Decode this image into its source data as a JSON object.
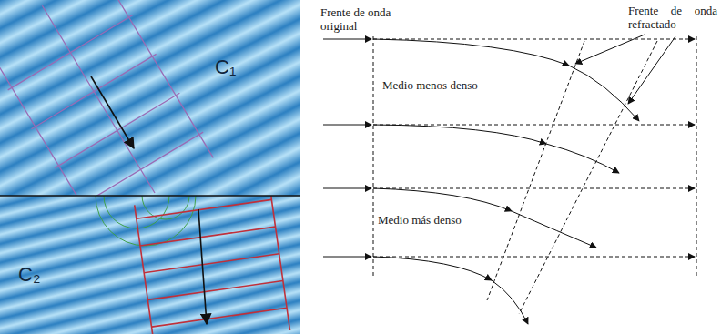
{
  "diagram": {
    "labels": [
      "C₁",
      "C₂",
      "Frente de onda original",
      "Frente de onda refractado",
      "Medio menos denso",
      "Medio más denso"
    ]
  }
}
